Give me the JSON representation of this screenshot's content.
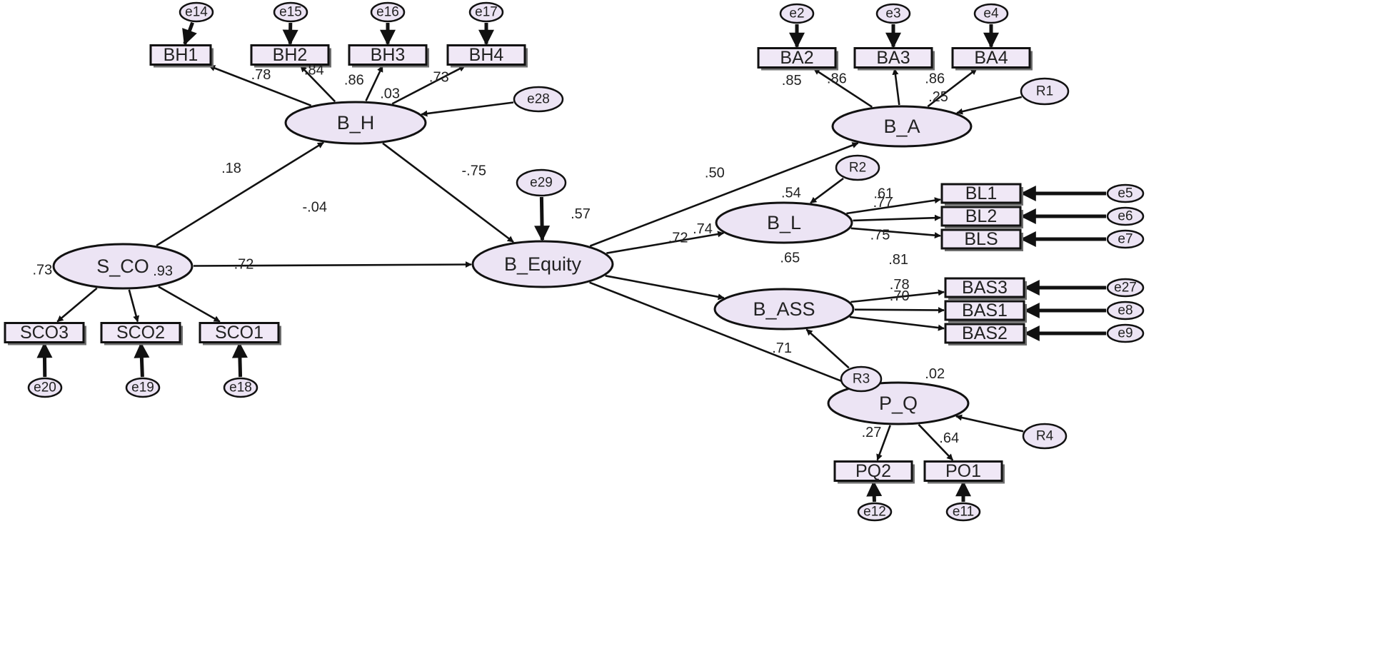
{
  "latent": {
    "B_H": "B_H",
    "S_CO": "S_CO",
    "B_Equity": "B_Equity",
    "B_A": "B_A",
    "B_L": "B_L",
    "B_ASS": "B_ASS",
    "P_Q": "P_Q"
  },
  "observed": {
    "BH1": "BH1",
    "BH2": "BH2",
    "BH3": "BH3",
    "BH4": "BH4",
    "BA2": "BA2",
    "BA3": "BA3",
    "BA4": "BA4",
    "SCO3": "SCO3",
    "SCO2": "SCO2",
    "SCO1": "SCO1",
    "BL1": "BL1",
    "BL2": "BL2",
    "BLS": "BLS",
    "BAS3": "BAS3",
    "BAS1": "BAS1",
    "BAS2": "BAS2",
    "PQ2": "PQ2",
    "PO1": "PO1"
  },
  "errors": {
    "e14": "e14",
    "e15": "e15",
    "e16": "e16",
    "e17": "e17",
    "e2": "e2",
    "e3": "e3",
    "e4": "e4",
    "e28": "e28",
    "e29": "e29",
    "R1": "R1",
    "R2": "R2",
    "R3": "R3",
    "R4": "R4",
    "e20": "e20",
    "e19": "e19",
    "e18": "e18",
    "e5": "e5",
    "e6": "e6",
    "e7": "e7",
    "e27": "e27",
    "e8": "e8",
    "e9": "e9",
    "e12": "e12",
    "e11": "e11"
  },
  "coefficients": {
    "bh_bh1": ".78",
    "bh_bh2": ".84",
    "bh_bh3": ".86",
    "bh_bh4": ".73",
    "bh_r2": ".03",
    "ba_ba2": ".85",
    "ba_ba3": ".86",
    "ba_ba4": ".86",
    "ba_r2": ".25",
    "sco_bh": ".18",
    "bh_beq": "-.75",
    "sco_beq": "-.04",
    "beq_r2": ".57",
    "beq_ba": ".50",
    "bl_r2": ".54",
    "beq_bl": ".74",
    "bl_bl1": ".61",
    "bl_bl2": ".77",
    "bl_bls": ".75",
    "beq_bass": ".72",
    "bass_r2": ".65",
    "bass_bas3": ".81",
    "bass_bas1": ".78",
    "bass_bas2": ".70",
    "beq_pq": ".71",
    "pq_r2": ".02",
    "pq_pq2": ".27",
    "pq_po1": ".64",
    "sco_sco3": ".73",
    "sco_sco2": ".93",
    "sco_sco1": ".72"
  }
}
